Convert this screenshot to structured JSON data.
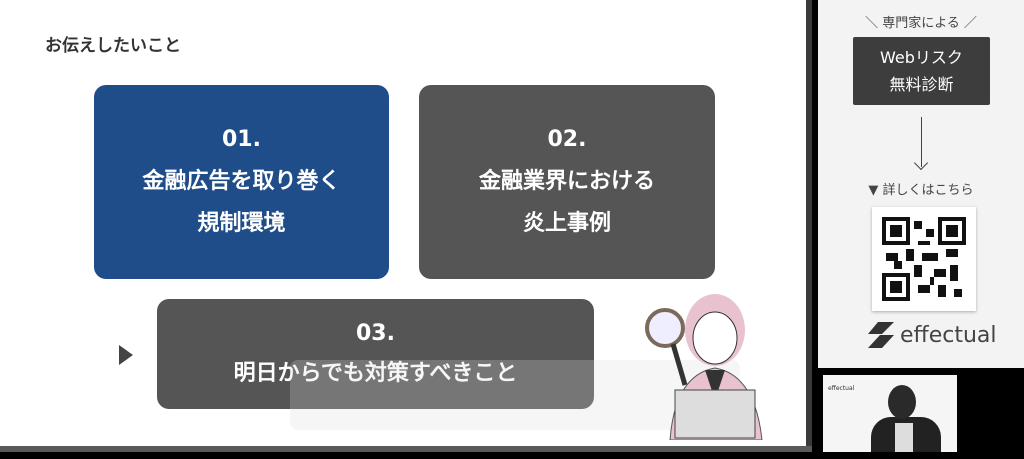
{
  "slide": {
    "title": "お伝えしたいこと",
    "items": [
      {
        "num": "01.",
        "line1": "金融広告を取り巻く",
        "line2": "規制環境",
        "color": "#1f4d8a"
      },
      {
        "num": "02.",
        "line1": "金融業界における",
        "line2": "炎上事例",
        "color": "#555555"
      },
      {
        "num": "03.",
        "line1": "明日からでも対策すべきこと",
        "color": "#555555"
      }
    ]
  },
  "panel": {
    "pre": "＼ 専門家による ／",
    "cta_line1": "Webリスク",
    "cta_line2": "無料診断",
    "more": "▼ 詳しくはこちら",
    "logo": "effectual"
  },
  "camera": {
    "mini_logo": "effectual"
  }
}
